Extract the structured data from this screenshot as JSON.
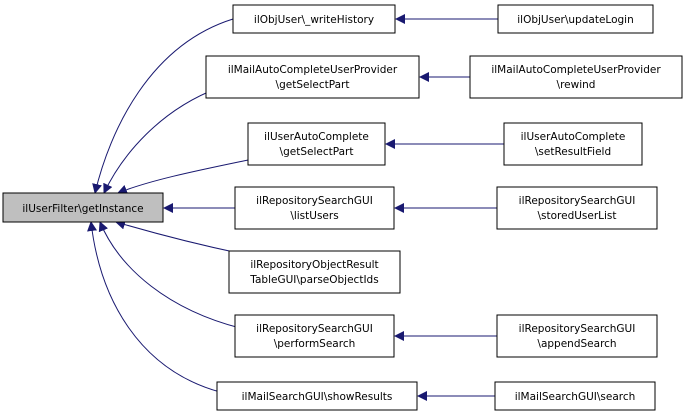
{
  "colors": {
    "edge": "#191970",
    "root_fill": "#bfbfbf",
    "node_fill": "#ffffff",
    "node_border": "#000000"
  },
  "nodes": {
    "root": [
      "ilUserFilter\\getInstance"
    ],
    "n1": [
      "ilObjUser\\_writeHistory"
    ],
    "n2": [
      "ilMailAutoCompleteUserProvider",
      "\\getSelectPart"
    ],
    "n3": [
      "ilUserAutoComplete",
      "\\getSelectPart"
    ],
    "n4": [
      "ilRepositorySearchGUI",
      "\\listUsers"
    ],
    "n5": [
      "ilRepositoryObjectResult",
      "TableGUI\\parseObjectIds"
    ],
    "n6": [
      "ilRepositorySearchGUI",
      "\\performSearch"
    ],
    "n7": [
      "ilMailSearchGUI\\showResults"
    ],
    "m1": [
      "ilObjUser\\updateLogin"
    ],
    "m2": [
      "ilMailAutoCompleteUserProvider",
      "\\rewind"
    ],
    "m3": [
      "ilUserAutoComplete",
      "\\setResultField"
    ],
    "m4": [
      "ilRepositorySearchGUI",
      "\\storedUserList"
    ],
    "m6": [
      "ilRepositorySearchGUI",
      "\\appendSearch"
    ],
    "m7": [
      "ilMailSearchGUI\\search"
    ]
  }
}
